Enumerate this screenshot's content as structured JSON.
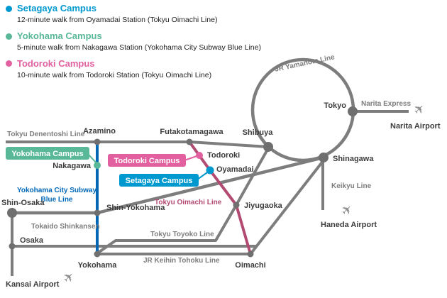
{
  "colors": {
    "setagaya": "#0099cf",
    "yokohama": "#58b897",
    "todoroki": "#e2609f",
    "oimachi_line": "#b24a72",
    "subway_blue": "#0068b7",
    "line_gray": "#7d7d7d",
    "station_gray": "#6f6f6f"
  },
  "icons": {
    "airplane": "✈"
  },
  "legend": {
    "items": [
      {
        "name": "Setagaya Campus",
        "desc": "12-minute walk from Oyamadai Station (Tokyu Oimachi Line)"
      },
      {
        "name": "Yokohama Campus",
        "desc": "5-minute walk from Nakagawa Station (Yokohama City Subway Blue Line)"
      },
      {
        "name": "Todoroki Campus",
        "desc": "10-minute walk from Todoroki Station (Tokyu Oimachi Line)"
      }
    ]
  },
  "map": {
    "lines": {
      "denentoshi": "Tokyu Denentoshi Line",
      "yamanote": "JR Yamanote Line",
      "oimachi": "Tokyu Oimachi Line",
      "subway_line1": "Yokohama City Subway",
      "subway_line2": "Blue Line",
      "shinkansen": "Tokaido Shinkansen",
      "toyoko": "Tokyu Toyoko Line",
      "keihin_tohoku": "JR Keihin Tohoku Line",
      "keikyu": "Keikyu Line",
      "narita_express": "Narita Express"
    },
    "stations": {
      "azamino": "Azamino",
      "futakotamagawa": "Futakotamagawa",
      "shibuya": "Shibuya",
      "tokyo": "Tokyo",
      "shinagawa": "Shinagawa",
      "nakagawa": "Nakagawa",
      "todoroki": "Todoroki",
      "oyamadai": "Oyamadai",
      "jiyugaoka": "Jiyugaoka",
      "shin_yokohama": "Shin-Yokohama",
      "shin_osaka": "Shin-Osaka",
      "osaka": "Osaka",
      "yokohama": "Yokohama",
      "oimachi": "Oimachi"
    },
    "airports": {
      "narita": "Narita Airport",
      "haneda": "Haneda Airport",
      "kansai": "Kansai Airport"
    },
    "campus_labels": {
      "yokohama": "Yokohama Campus",
      "todoroki": "Todoroki Campus",
      "setagaya": "Setagaya Campus"
    }
  }
}
